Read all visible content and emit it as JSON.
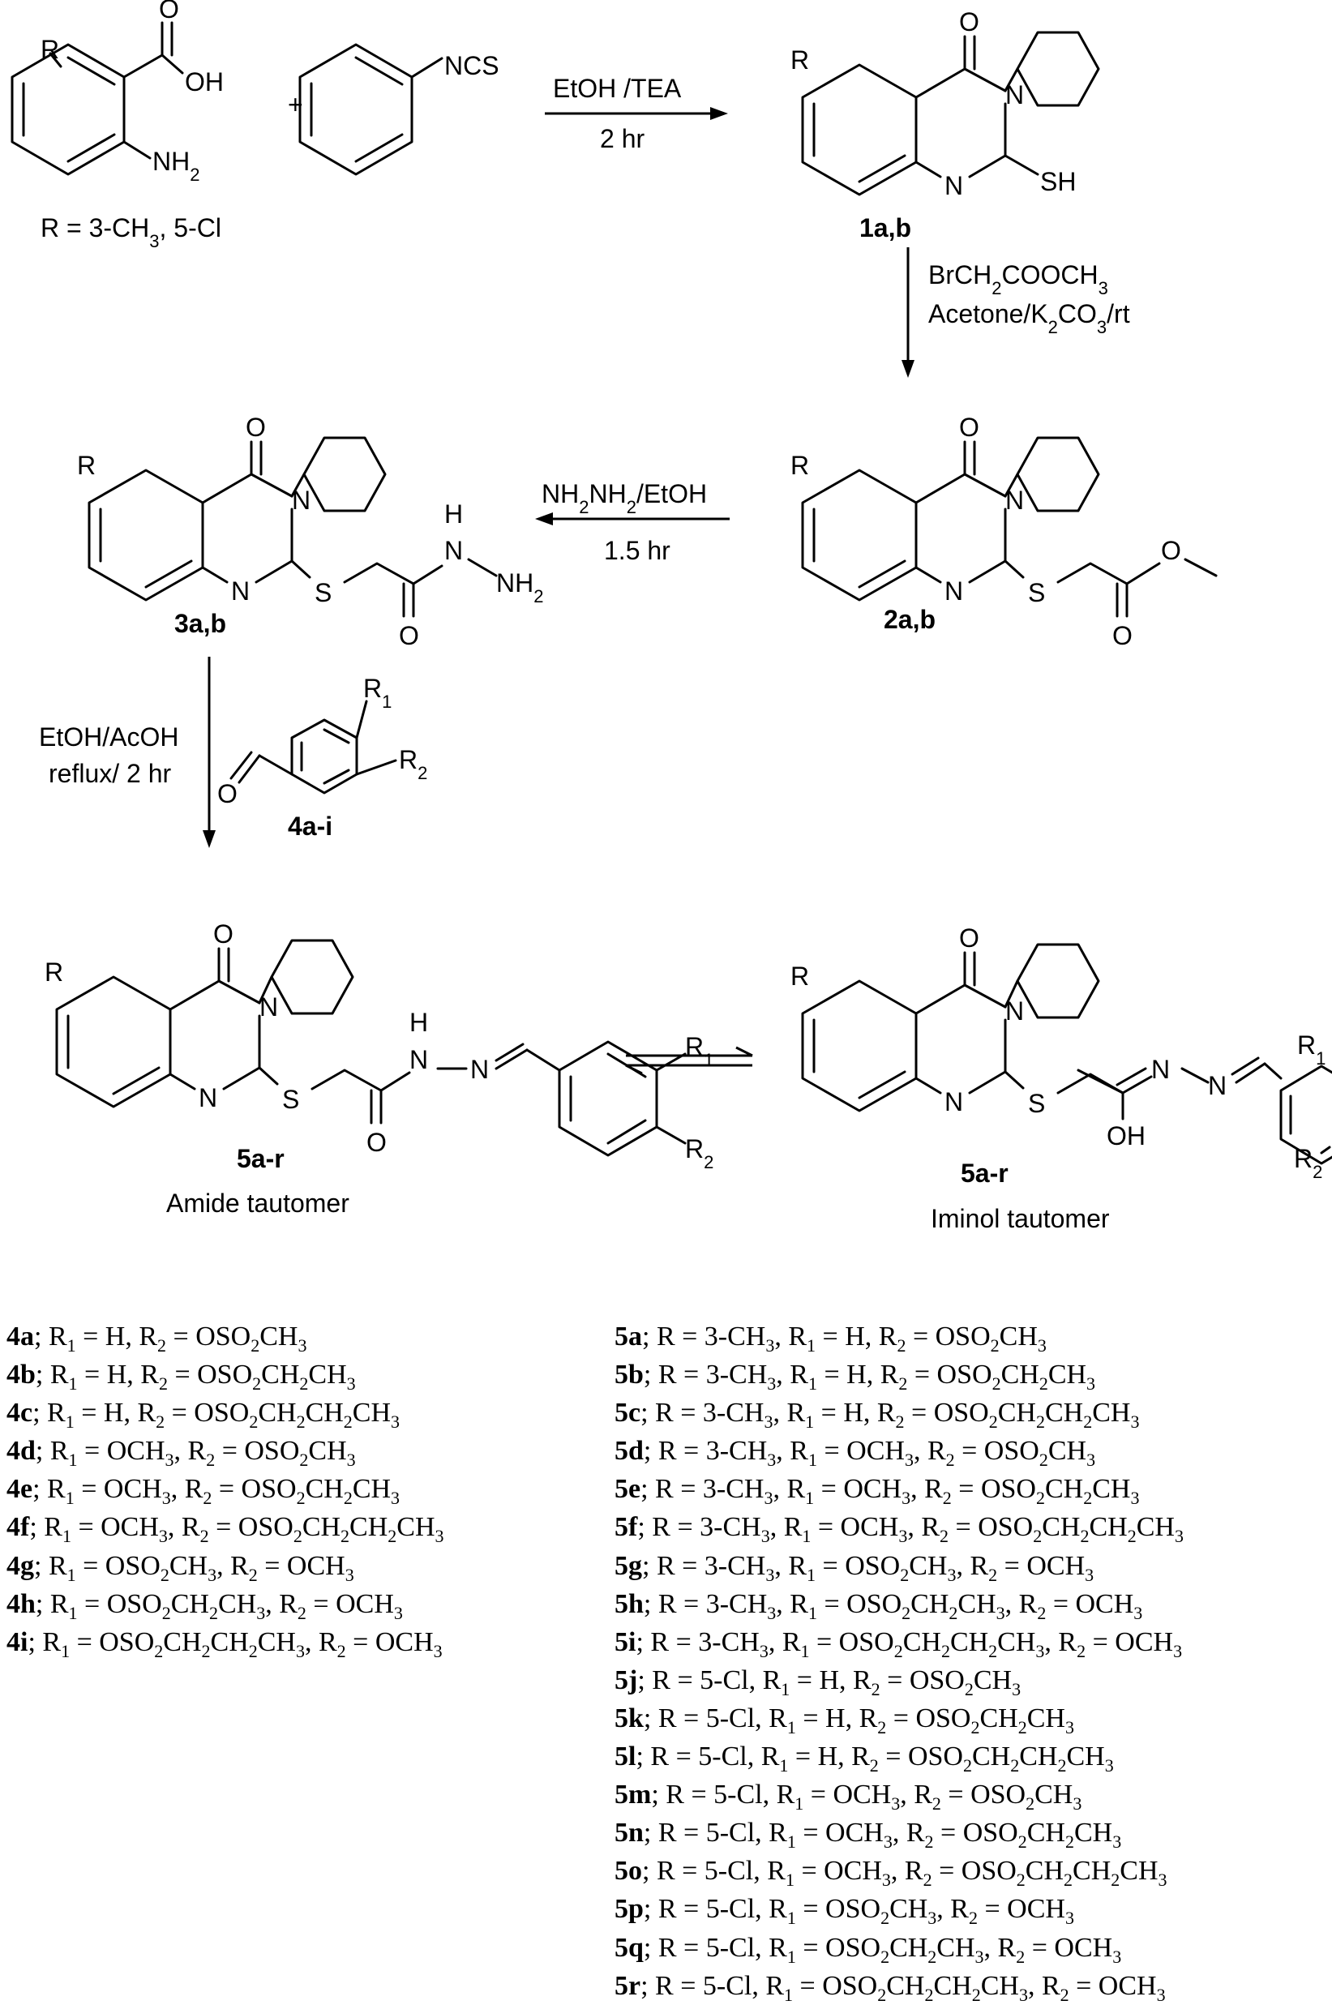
{
  "scheme": {
    "reactant_anthranilic": {
      "r": "R",
      "oh": "OH",
      "o": "O",
      "nh2": "NH2",
      "r_def": "R = 3-CH3, 5-Cl"
    },
    "plus": "+",
    "isothiocyanate": "NCS",
    "step1": {
      "line1": "EtOH /TEA",
      "line2": "2 hr"
    },
    "compound_1": {
      "id": "1a,b",
      "r": "R",
      "o": "O",
      "n": "N",
      "n2": "N",
      "sh": "SH"
    },
    "step2": {
      "line1": "BrCH2COOCH3",
      "line2": "Acetone/K2CO3/rt"
    },
    "compound_2": {
      "id": "2a,b",
      "r": "R",
      "o": "O",
      "n": "N",
      "n2": "N",
      "s": "S",
      "o_ester": "O",
      "o_carbonyl": "O"
    },
    "step3": {
      "line1": "NH2NH2/EtOH",
      "line2": "1.5 hr"
    },
    "compound_3": {
      "id": "3a,b",
      "r": "R",
      "o": "O",
      "n": "N",
      "n2": "N",
      "s": "S",
      "h": "H",
      "n_hydrazide": "N",
      "nh2": "NH2",
      "o_carbonyl": "O"
    },
    "step4": {
      "line1": "EtOH/AcOH",
      "line2": "reflux/ 2 hr"
    },
    "compound_4": {
      "id": "4a-i",
      "r1": "R1",
      "r2": "R2",
      "o": "O"
    },
    "compound_5_amide": {
      "id": "5a-r",
      "caption": "Amide tautomer",
      "r": "R",
      "o": "O",
      "n": "N",
      "n2": "N",
      "s": "S",
      "h": "H",
      "nh": "N",
      "n_imine": "N",
      "o_carbonyl": "O",
      "r1": "R1",
      "r2": "R2"
    },
    "compound_5_iminol": {
      "id": "5a-r",
      "caption": "Iminol tautomer",
      "r": "R",
      "o": "O",
      "n": "N",
      "n2": "N",
      "s": "S",
      "n_a": "N",
      "n_b": "N",
      "oh": "OH",
      "r1": "R1",
      "r2": "R2"
    }
  },
  "legend_4": [
    {
      "id": "4a",
      "text": "; R1 = H, R2 = OSO2CH3"
    },
    {
      "id": "4b",
      "text": "; R1 = H, R2 = OSO2CH2CH3"
    },
    {
      "id": "4c",
      "text": "; R1 = H, R2 = OSO2CH2CH2CH3"
    },
    {
      "id": "4d",
      "text": "; R1 = OCH3, R2 = OSO2CH3"
    },
    {
      "id": "4e",
      "text": "; R1 = OCH3, R2 = OSO2CH2CH3"
    },
    {
      "id": "4f",
      "text": "; R1 = OCH3, R2 = OSO2CH2CH2CH3"
    },
    {
      "id": "4g",
      "text": "; R1 = OSO2CH3, R2 = OCH3"
    },
    {
      "id": "4h",
      "text": "; R1 = OSO2CH2CH3, R2 = OCH3"
    },
    {
      "id": "4i",
      "text": "; R1 = OSO2CH2CH2CH3, R2 = OCH3"
    }
  ],
  "legend_5": [
    {
      "id": "5a",
      "text": "; R = 3-CH3, R1 = H, R2 = OSO2CH3"
    },
    {
      "id": "5b",
      "text": "; R = 3-CH3, R1 = H, R2 = OSO2CH2CH3"
    },
    {
      "id": "5c",
      "text": "; R = 3-CH3, R1 = H, R2 = OSO2CH2CH2CH3"
    },
    {
      "id": "5d",
      "text": "; R = 3-CH3, R1 = OCH3, R2 = OSO2CH3"
    },
    {
      "id": "5e",
      "text": "; R = 3-CH3, R1 = OCH3, R2 = OSO2CH2CH3"
    },
    {
      "id": "5f",
      "text": "; R = 3-CH3, R1 = OCH3, R2 = OSO2CH2CH2CH3"
    },
    {
      "id": "5g",
      "text": "; R = 3-CH3, R1 = OSO2CH3, R2 = OCH3"
    },
    {
      "id": "5h",
      "text": "; R = 3-CH3, R1 = OSO2CH2CH3, R2 = OCH3"
    },
    {
      "id": "5i",
      "text": "; R = 3-CH3, R1 = OSO2CH2CH2CH3, R2 = OCH3"
    },
    {
      "id": "5j",
      "text": "; R = 5-Cl, R1 = H, R2 = OSO2CH3"
    },
    {
      "id": "5k",
      "text": "; R = 5-Cl, R1 = H, R2 = OSO2CH2CH3"
    },
    {
      "id": "5l",
      "text": "; R = 5-Cl, R1 = H, R2 = OSO2CH2CH2CH3"
    },
    {
      "id": "5m",
      "text": "; R = 5-Cl, R1 = OCH3, R2 = OSO2CH3"
    },
    {
      "id": "5n",
      "text": "; R = 5-Cl, R1 = OCH3, R2 = OSO2CH2CH3"
    },
    {
      "id": "5o",
      "text": "; R = 5-Cl, R1 = OCH3, R2 = OSO2CH2CH2CH3"
    },
    {
      "id": "5p",
      "text": "; R = 5-Cl, R1 = OSO2CH3, R2 = OCH3"
    },
    {
      "id": "5q",
      "text": "; R = 5-Cl, R1 = OSO2CH2CH3, R2 = OCH3"
    },
    {
      "id": "5r",
      "text": "; R = 5-Cl, R1 = OSO2CH2CH2CH3, R2 = OCH3"
    }
  ]
}
